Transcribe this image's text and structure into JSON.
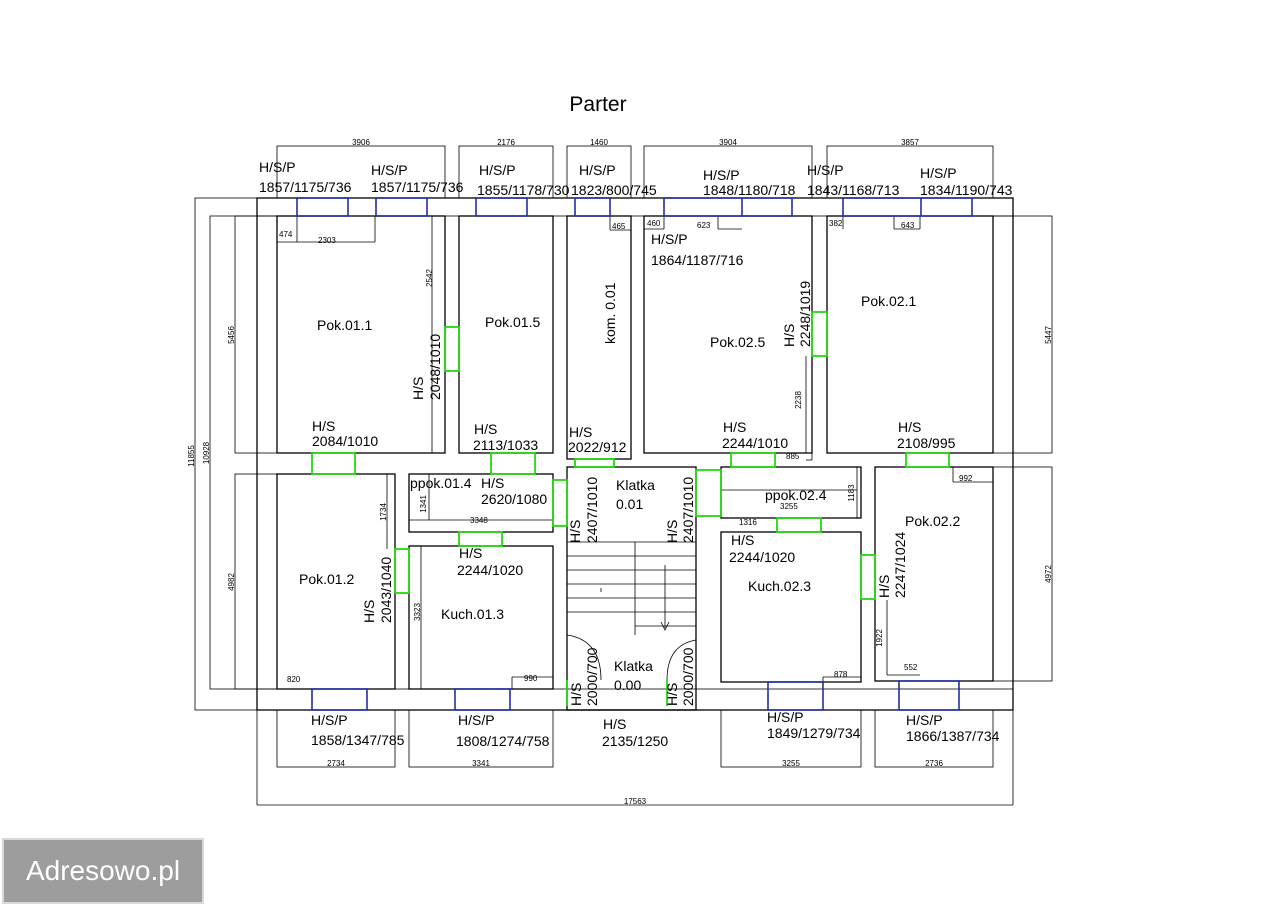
{
  "title": "Parter",
  "watermark": "Adresowo.pl",
  "colors": {
    "walls": "#000000",
    "windows": "#1f2ea8",
    "doors": "#22d80e",
    "watermark_bg": "#9d9d9d"
  },
  "rooms": {
    "pok011": "Pok.01.1",
    "pok015": "Pok.01.5",
    "kom001": "kom. 0.01",
    "pok025": "Pok.02.5",
    "pok021": "Pok.02.1",
    "pok012": "Pok.01.2",
    "ppok014": "ppok.01.4",
    "kuch013": "Kuch.01.3",
    "klatka001": "Klatka",
    "klatka001_num": "0.01",
    "ppok024": "ppok.02.4",
    "kuch023": "Kuch.02.3",
    "pok022": "Pok.02.2",
    "klatka000": "Klatka",
    "klatka000_num": "0.00"
  },
  "windows": {
    "w1_hsp": "H/S/P",
    "w1_size": "1857/1175/736",
    "w2_hsp": "H/S/P",
    "w2_size": "1857/1175/736",
    "w3_hsp": "H/S/P",
    "w3_size": "1855/1178/730",
    "w4_hsp": "H/S/P",
    "w4_size": "1823/800/745",
    "w5_hsp": "H/S/P",
    "w5_size": "1848/1180/718",
    "w6_hsp": "H/S/P",
    "w6_size": "1843/1168/713",
    "w7_hsp": "H/S/P",
    "w7_size": "1834/1190/743",
    "w8_hsp": "H/S/P",
    "w8_size": "1864/1187/716",
    "w9_hsp": "H/S/P",
    "w9_size": "1858/1347/785",
    "w10_hsp": "H/S/P",
    "w10_size": "1808/1274/758",
    "w11_hsp": "H/S/P",
    "w11_size": "1849/1279/734",
    "w12_hsp": "H/S/P",
    "w12_size": "1866/1387/734"
  },
  "doors": {
    "d_pok011_hs": "H/S",
    "d_pok011_size": "2084/1010",
    "d_pok015_hs": "H/S",
    "d_pok015_size": "2113/1033",
    "d_kom_hs": "H/S",
    "d_kom_size": "2022/912",
    "d_pok025_hs": "H/S",
    "d_pok025_size": "2244/1010",
    "d_pok021_hs": "H/S",
    "d_pok021_size": "2108/995",
    "d_ppok014_hs": "H/S",
    "d_ppok014_size": "2620/1080",
    "d_kuch013_hs": "H/S",
    "d_kuch013_size": "2244/1020",
    "d_kuch023_hs": "H/S",
    "d_kuch023_size": "2244/1020",
    "d_entrance_hs": "H/S",
    "d_entrance_size": "2135/1250",
    "v_pok011_5": "H/S",
    "v_pok011_5_size": "2048/1010",
    "v_pok025_21": "H/S",
    "v_pok025_21_size": "2248/1019",
    "v_pok012": "H/S",
    "v_pok012_size": "2043/1040",
    "v_klatka_l": "H/S",
    "v_klatka_l_size": "2407/1010",
    "v_klatka_r": "H/S",
    "v_klatka_r_size": "2407/1010",
    "v_pok022": "H/S",
    "v_pok022_size": "2247/1024",
    "v_stair_l": "H/S",
    "v_stair_l_size": "2000/700",
    "v_stair_r": "H/S",
    "v_stair_r_size": "2000/700"
  },
  "dimensions": {
    "top1": "3906",
    "top2": "2176",
    "top3": "1460",
    "top4": "3904",
    "top5": "3857",
    "bot1": "2734",
    "bot2": "3341",
    "bot3": "3255",
    "bot4": "2736",
    "total": "17563",
    "left_total": "11855",
    "left_inner": "10928",
    "left_upper": "5456",
    "left_lower": "4982",
    "right_upper": "5447",
    "right_lower": "4972",
    "d474": "474",
    "d2303": "2303",
    "d2542": "2542",
    "d465": "465",
    "d460": "460",
    "d623": "623",
    "d382": "382",
    "d643": "643",
    "d2238": "2238",
    "d885": "885",
    "d1183": "1183",
    "d3255b": "3255",
    "d1316": "1316",
    "d992": "992",
    "d1341": "1341",
    "d3348": "3348",
    "d1734": "1734",
    "d3323": "3323",
    "d820": "820",
    "d990": "990",
    "d878": "878",
    "d1922": "1922",
    "d552": "552"
  }
}
